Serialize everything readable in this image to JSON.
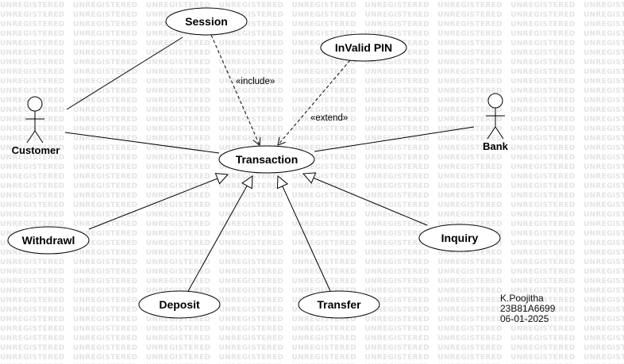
{
  "watermark": {
    "text": "UNREGISTERED"
  },
  "actors": {
    "customer": "Customer",
    "bank": "Bank"
  },
  "use_cases": {
    "session": "Session",
    "invalid_pin": "InValid PIN",
    "transaction": "Transaction",
    "withdrawl": "Withdrawl",
    "inquiry": "Inquiry",
    "deposit": "Deposit",
    "transfer": "Transfer"
  },
  "relationships": {
    "include": "«include»",
    "extend": "«extend»"
  },
  "note": {
    "name": "K.Poojitha",
    "roll": "23B81A6699",
    "date": "06-01-2025"
  }
}
